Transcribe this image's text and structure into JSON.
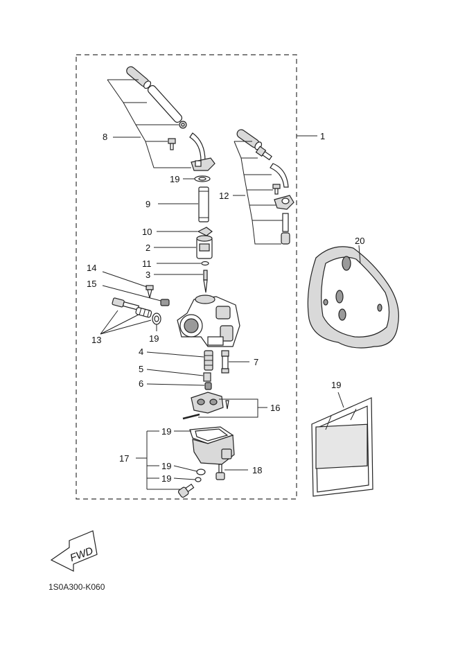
{
  "diagram": {
    "code": "1S0A300-K060",
    "fwd_label": "FWD",
    "callouts": {
      "c1": "1",
      "c2": "2",
      "c3": "3",
      "c4": "4",
      "c5": "5",
      "c6": "6",
      "c7": "7",
      "c8": "8",
      "c9": "9",
      "c10": "10",
      "c11": "11",
      "c12": "12",
      "c13": "13",
      "c14": "14",
      "c15": "15",
      "c16": "16",
      "c17": "17",
      "c18": "18",
      "c19_a": "19",
      "c19_b": "19",
      "c19_c": "19",
      "c19_d": "19",
      "c19_e": "19",
      "c19_f": "19",
      "c20": "20"
    }
  }
}
